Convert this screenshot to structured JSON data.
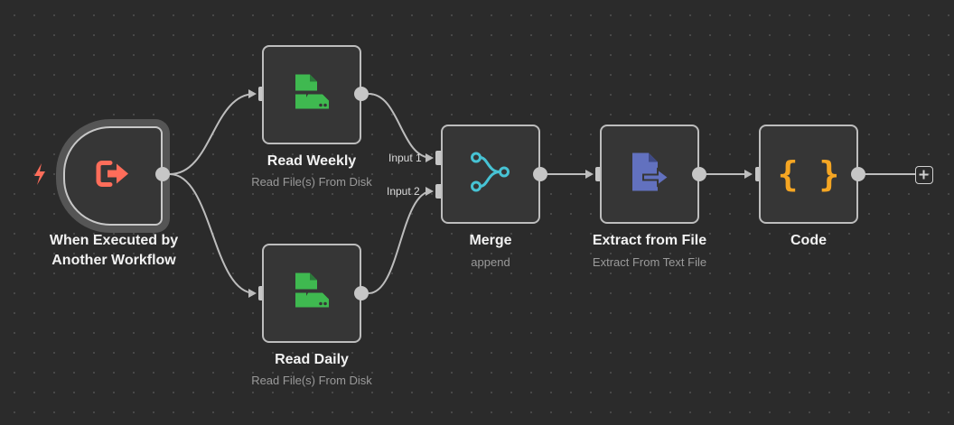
{
  "colors": {
    "canvas_bg": "#2b2b2b",
    "node_bg": "#363636",
    "node_border": "#bdbdbd",
    "edge": "#bdbdbd",
    "trigger_icon": "#ff6d5a",
    "trigger_bolt": "#ff6d5a",
    "read_file_icon": "#3fb950",
    "merge_icon": "#47c3d4",
    "extract_icon": "#6271bf",
    "code_icon": "#f5a623"
  },
  "nodes": {
    "trigger": {
      "title_line1": "When Executed by",
      "title_line2": "Another Workflow",
      "icon": "sign-out-icon"
    },
    "read_weekly": {
      "title": "Read Weekly",
      "subtitle": "Read File(s) From Disk",
      "icon": "read-file-disk-icon"
    },
    "read_daily": {
      "title": "Read Daily",
      "subtitle": "Read File(s) From Disk",
      "icon": "read-file-disk-icon"
    },
    "merge": {
      "title": "Merge",
      "subtitle": "append",
      "icon": "merge-icon",
      "input1": "Input 1",
      "input2": "Input 2"
    },
    "extract": {
      "title": "Extract from File",
      "subtitle": "Extract From Text File",
      "icon": "file-extract-icon"
    },
    "code": {
      "title": "Code",
      "icon": "curly-braces-icon",
      "glyph": "{ }"
    }
  },
  "add_node": {
    "icon": "plus-icon"
  }
}
